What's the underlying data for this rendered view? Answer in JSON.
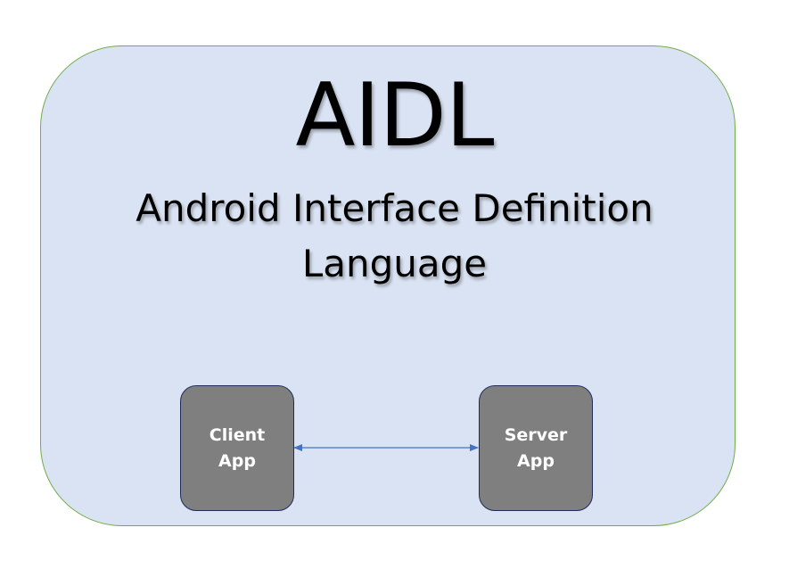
{
  "diagram": {
    "title": "AIDL",
    "subtitle": "Android Interface Definition\nLanguage",
    "nodes": [
      {
        "id": "client",
        "label": "Client\nApp"
      },
      {
        "id": "server",
        "label": "Server\nApp"
      }
    ],
    "edges": [
      {
        "from": "client",
        "to": "server",
        "direction": "bidirectional"
      }
    ],
    "colors": {
      "panel_fill": "#dae3f3",
      "panel_border": "#70ad47",
      "node_fill": "#7f7f7f",
      "node_border": "#1f2d5a",
      "node_text": "#ffffff",
      "edge": "#4472c4"
    }
  }
}
